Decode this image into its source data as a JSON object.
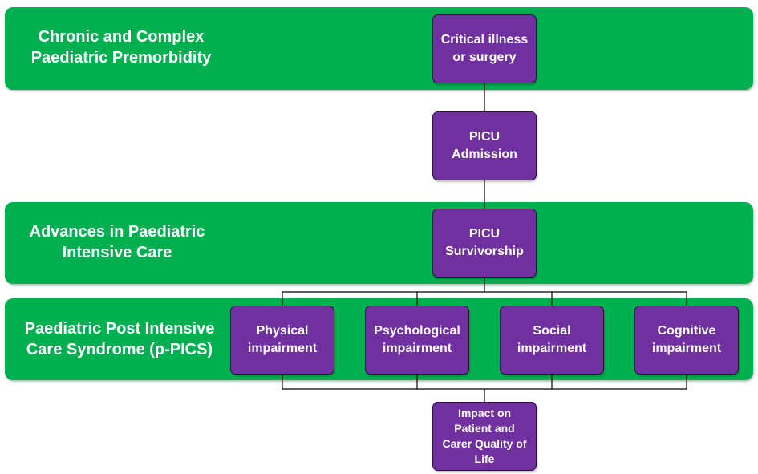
{
  "bands": {
    "premorbidity": "Chronic and Complex\nPaediatric Premorbidity",
    "advances": "Advances in Paediatric\nIntensive Care",
    "pics": "Paediatric Post Intensive\nCare Syndrome (p-PICS)"
  },
  "nodes": {
    "critical_illness": "Critical illness\nor surgery",
    "picu_admission": "PICU\nAdmission",
    "picu_survivorship": "PICU\nSurvivorship",
    "physical": "Physical\nimpairment",
    "psychological": "Psychological\nimpairment",
    "social": "Social\nimpairment",
    "cognitive": "Cognitive\nimpairment",
    "impact": "Impact on\nPatient and\nCarer Quality of\nLife"
  },
  "colors": {
    "band": "#00b050",
    "node": "#7030a0",
    "text": "#ffffff",
    "connector": "#000000"
  }
}
